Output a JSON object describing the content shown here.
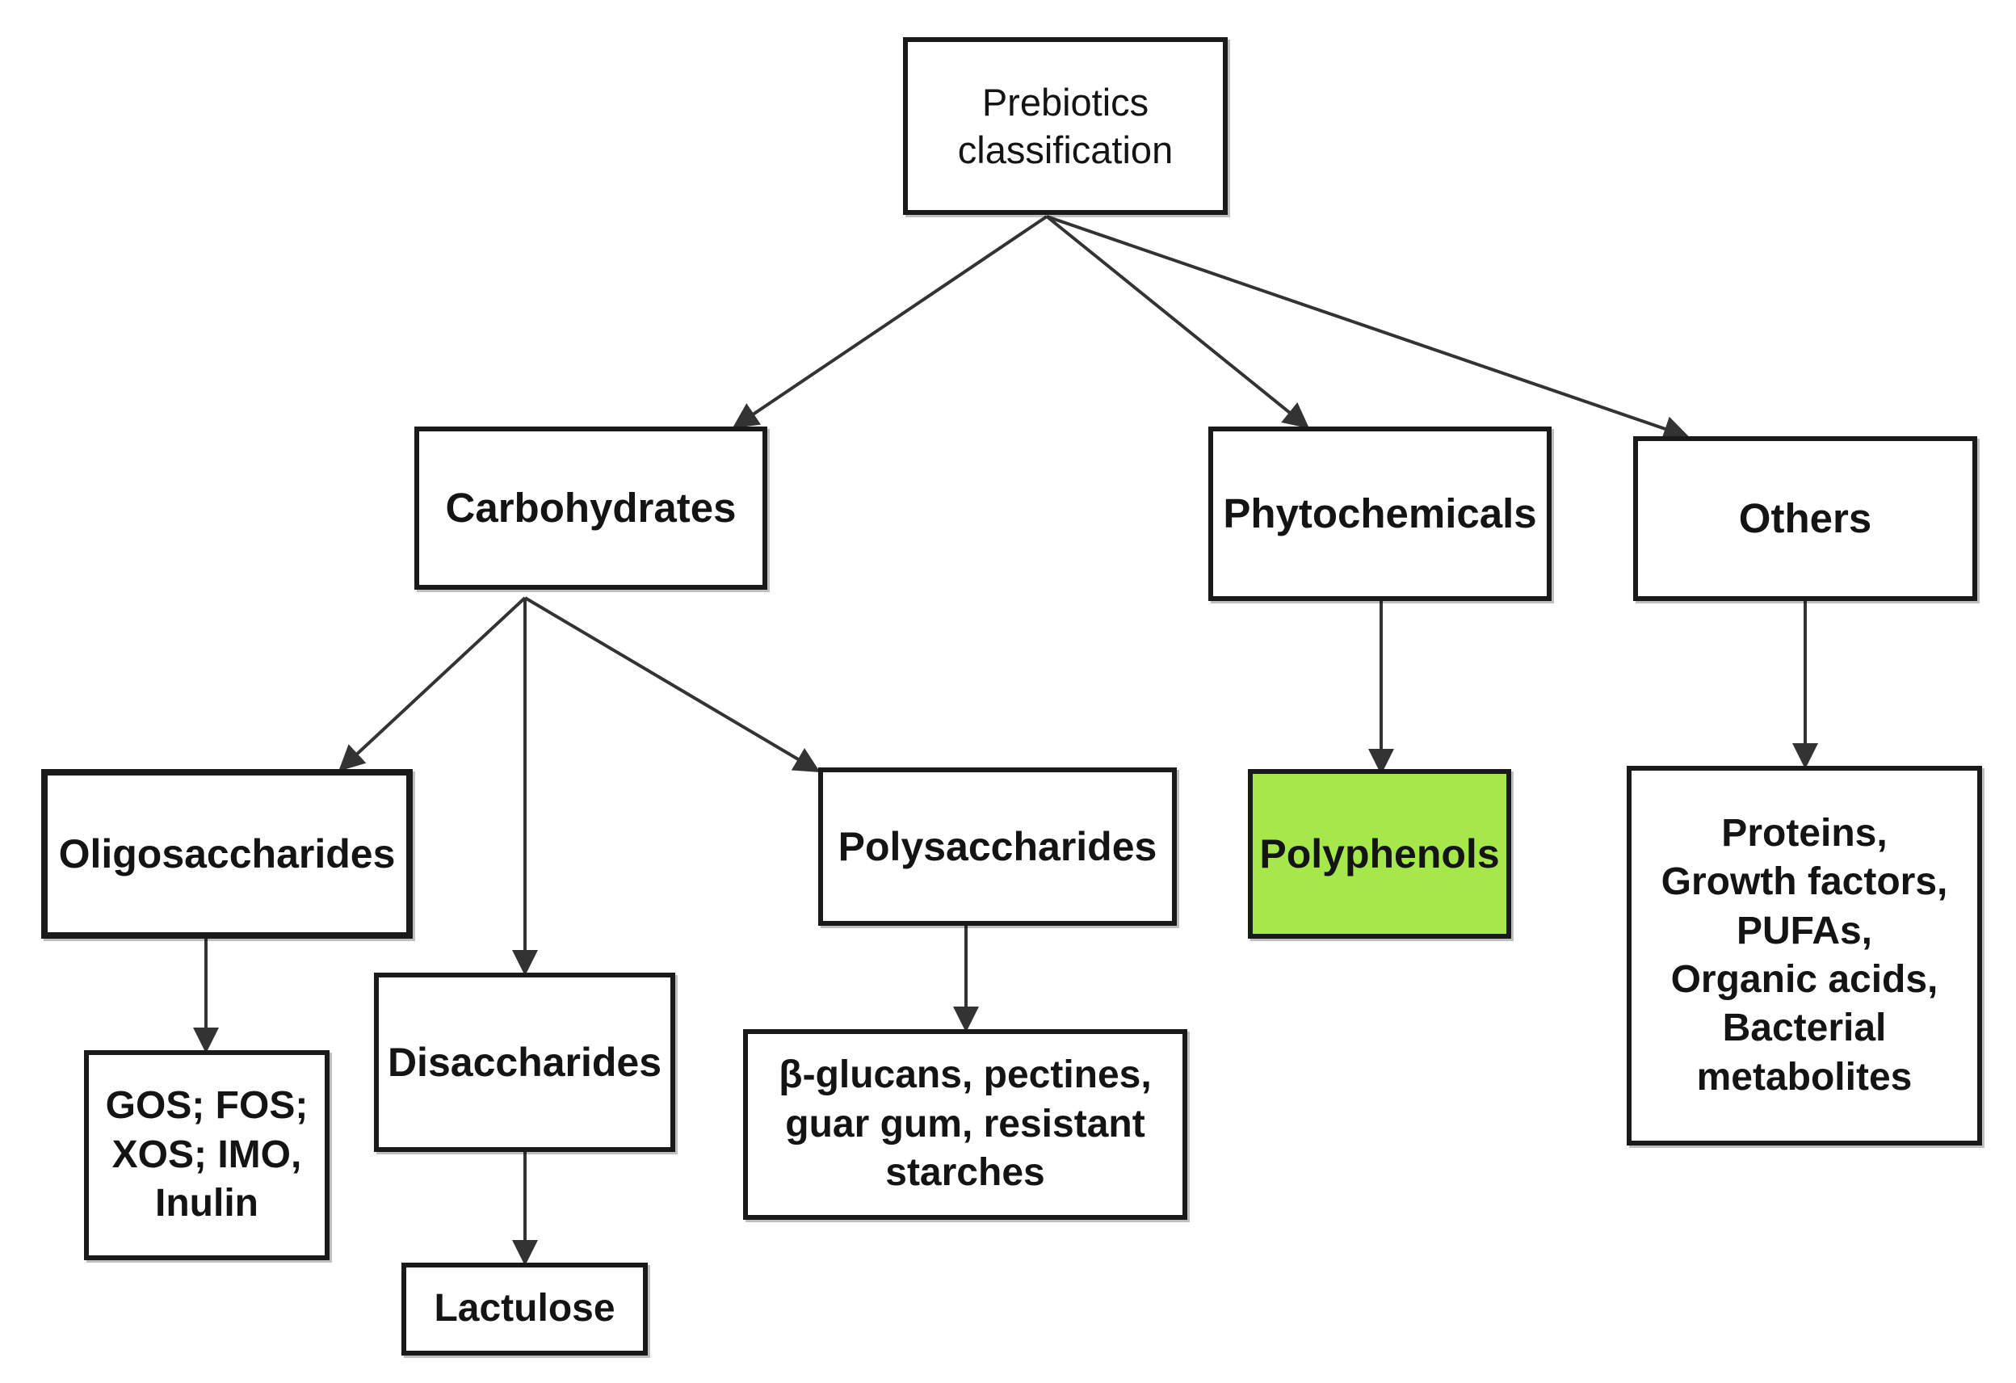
{
  "colors": {
    "border": "#1a1a1a",
    "arrow": "#333333",
    "highlight_fill": "#a6e84a",
    "background": "#ffffff"
  },
  "nodes": {
    "root": "Prebiotics\nclassification",
    "carbohydrates": "Carbohydrates",
    "phytochemicals": "Phytochemicals",
    "others": "Others",
    "oligosaccharides": "Oligosaccharides",
    "disaccharides": "Disaccharides",
    "polysaccharides": "Polysaccharides",
    "polyphenols": "Polyphenols",
    "oligo_examples": "GOS; FOS;\nXOS; IMO,\nInulin",
    "lactulose": "Lactulose",
    "poly_examples": "β-glucans, pectines,\nguar gum, resistant\nstarches",
    "others_examples": "Proteins,\nGrowth factors,\nPUFAs,\nOrganic acids,\nBacterial\nmetabolites"
  },
  "edges": [
    {
      "from": "root",
      "to": "carbohydrates"
    },
    {
      "from": "root",
      "to": "phytochemicals"
    },
    {
      "from": "root",
      "to": "others"
    },
    {
      "from": "carbohydrates",
      "to": "oligosaccharides"
    },
    {
      "from": "carbohydrates",
      "to": "disaccharides"
    },
    {
      "from": "carbohydrates",
      "to": "polysaccharides"
    },
    {
      "from": "phytochemicals",
      "to": "polyphenols"
    },
    {
      "from": "others",
      "to": "others_examples"
    },
    {
      "from": "oligosaccharides",
      "to": "oligo_examples"
    },
    {
      "from": "disaccharides",
      "to": "lactulose"
    },
    {
      "from": "polysaccharides",
      "to": "poly_examples"
    }
  ]
}
